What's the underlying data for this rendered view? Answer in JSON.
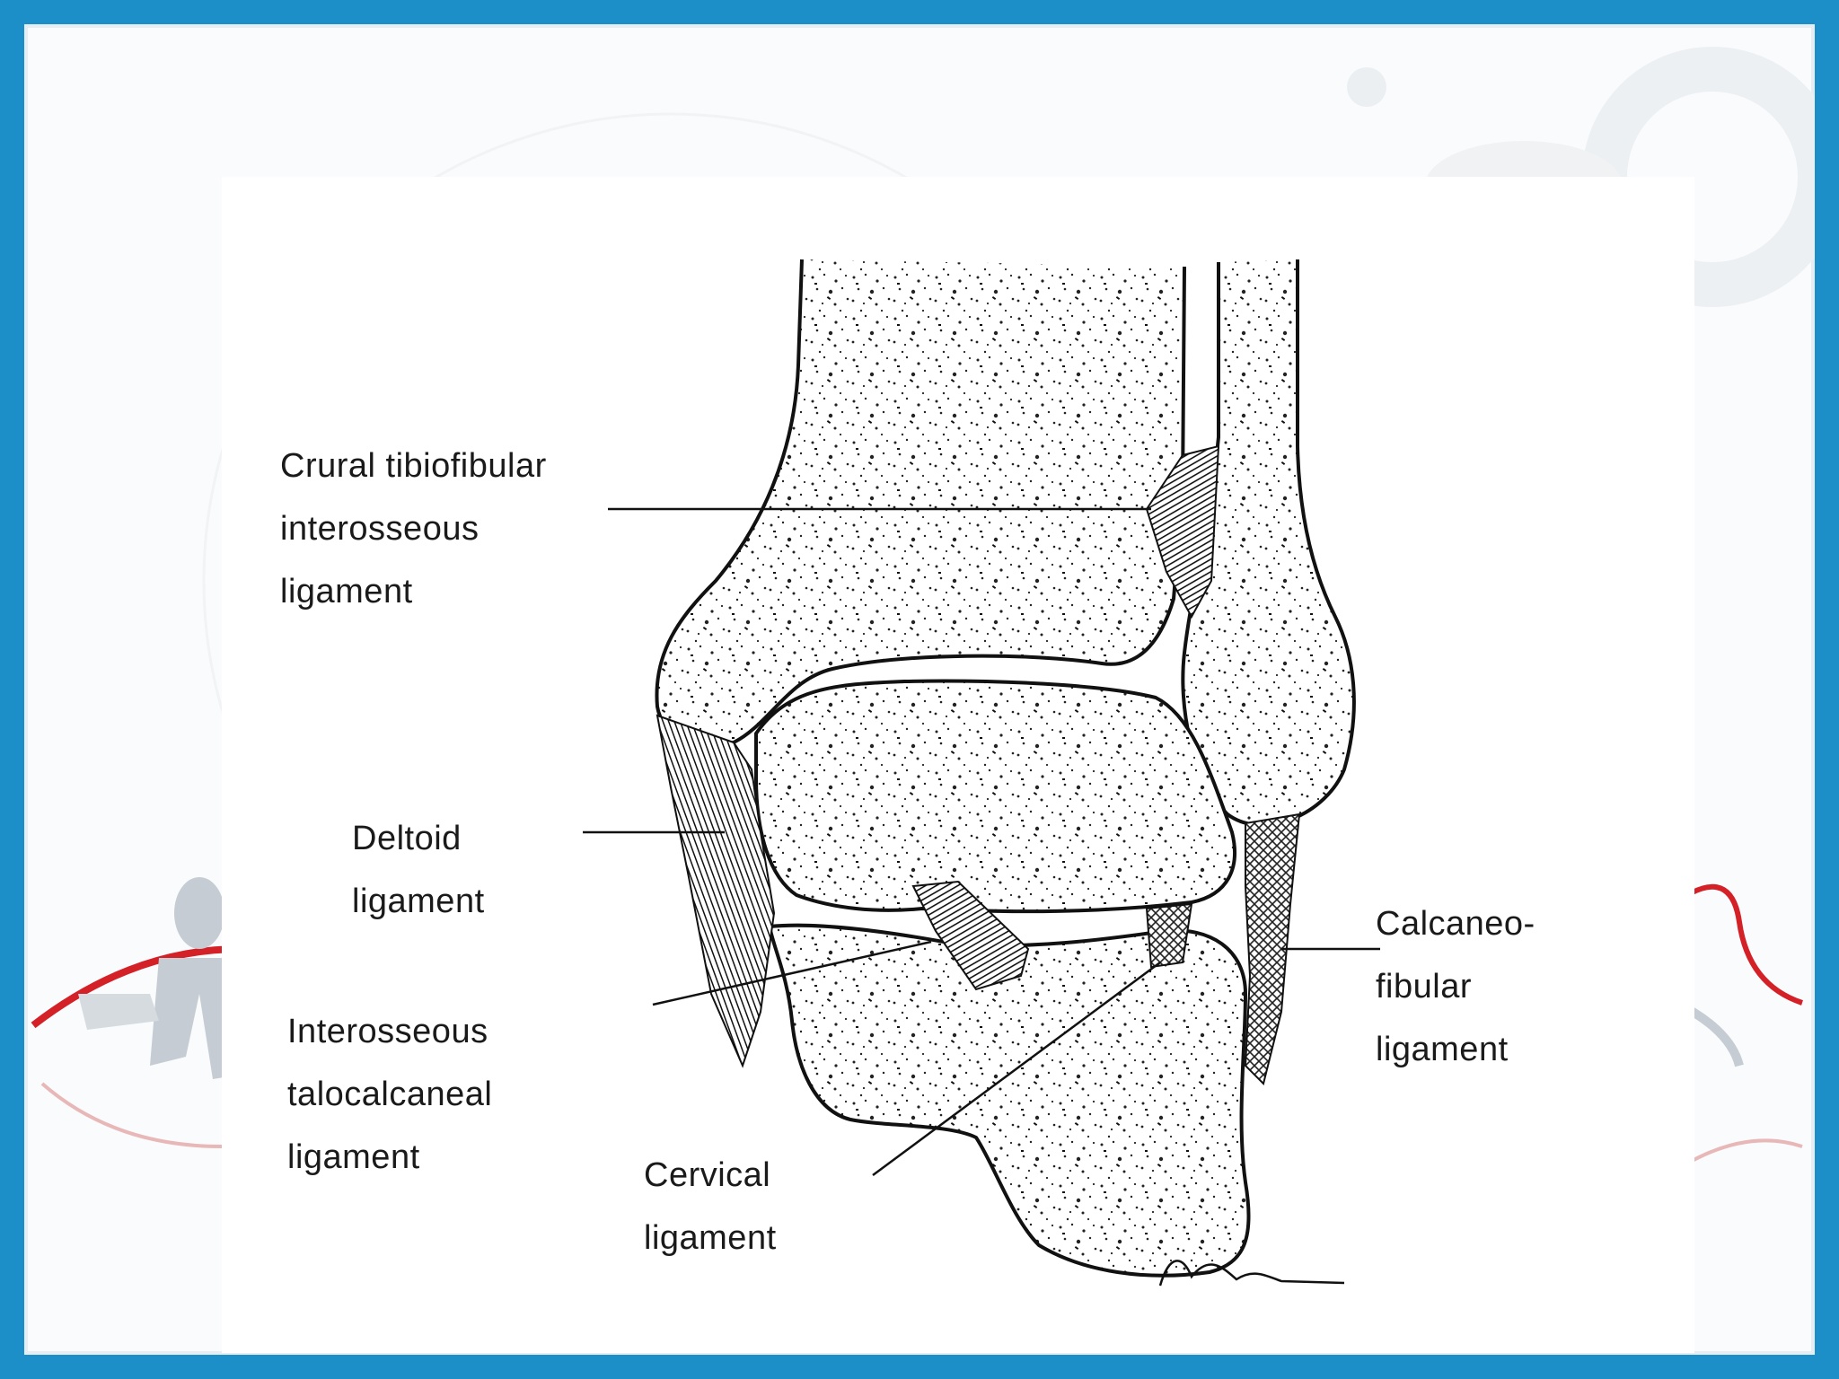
{
  "labels": {
    "crural": [
      "Crural tibiofibular",
      "interosseous",
      "ligament"
    ],
    "deltoid": [
      "Deltoid",
      "ligament"
    ],
    "interosseous_talocalcaneal": [
      "Interosseous",
      "talocalcaneal",
      "ligament"
    ],
    "cervical": [
      "Cervical",
      "ligament"
    ],
    "calcaneofibular": [
      "Calcaneo-",
      "fibular",
      "ligament"
    ]
  },
  "colors": {
    "frame_border": "#1c8fc9",
    "accent_red": "#d42027"
  }
}
